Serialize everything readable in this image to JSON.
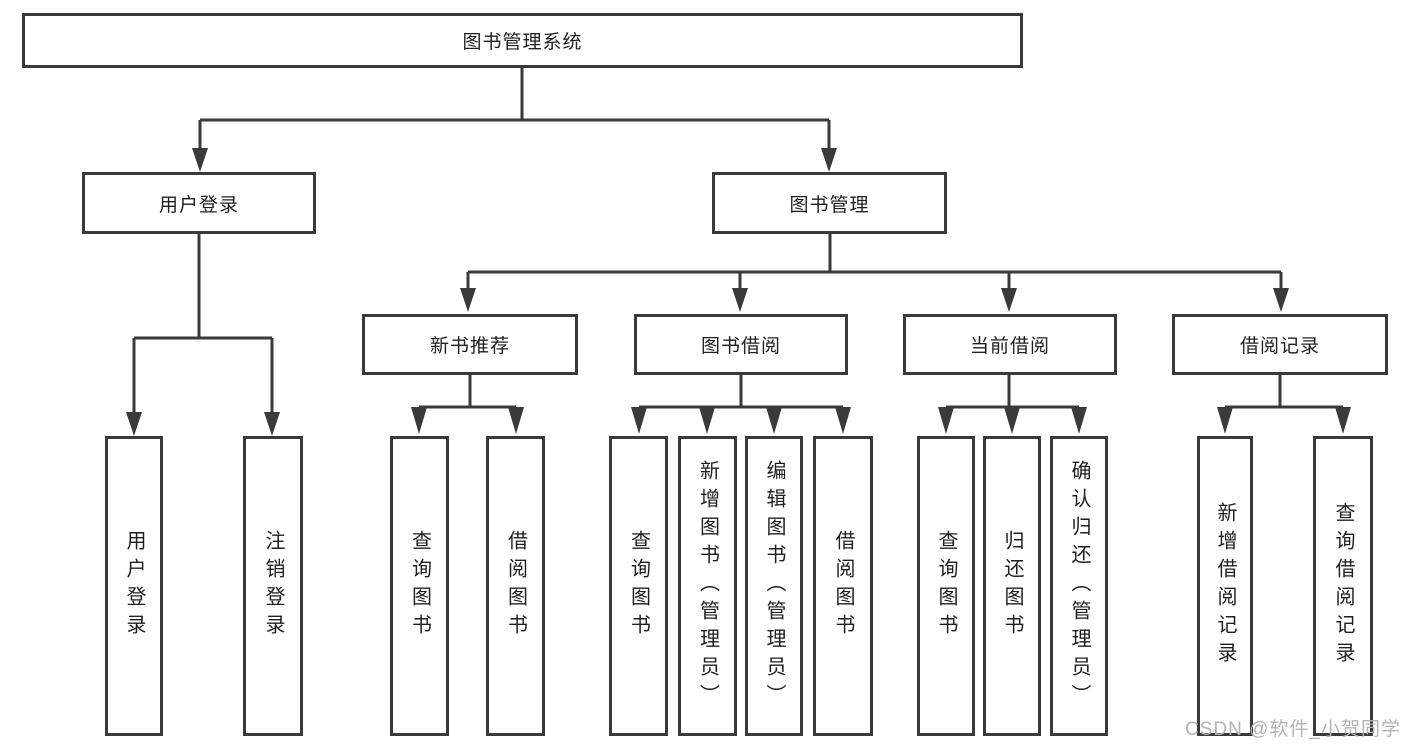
{
  "diagram": {
    "root": {
      "label": "图书管理系统"
    },
    "branches": [
      {
        "label": "用户登录",
        "children": [
          {
            "label": "用户登录"
          },
          {
            "label": "注销登录"
          }
        ]
      },
      {
        "label": "图书管理",
        "children": [
          {
            "label": "新书推荐",
            "children": [
              {
                "label": "查询图书"
              },
              {
                "label": "借阅图书"
              }
            ]
          },
          {
            "label": "图书借阅",
            "children": [
              {
                "label": "查询图书"
              },
              {
                "label": "新增图书（管理员）"
              },
              {
                "label": "编辑图书（管理员）"
              },
              {
                "label": "借阅图书"
              }
            ]
          },
          {
            "label": "当前借阅",
            "children": [
              {
                "label": "查询图书"
              },
              {
                "label": "归还图书"
              },
              {
                "label": "确认归还（管理员）"
              }
            ]
          },
          {
            "label": "借阅记录",
            "children": [
              {
                "label": "新增借阅记录"
              },
              {
                "label": "查询借阅记录"
              }
            ]
          }
        ]
      }
    ]
  },
  "watermark": {
    "text": "CSDN @软件_小贺同学"
  },
  "colors": {
    "line": "#3a3a3a",
    "node_border": "#3a3a3a",
    "text": "#1f1f1f",
    "watermark": "#b3b3b3",
    "background": "#ffffff"
  }
}
